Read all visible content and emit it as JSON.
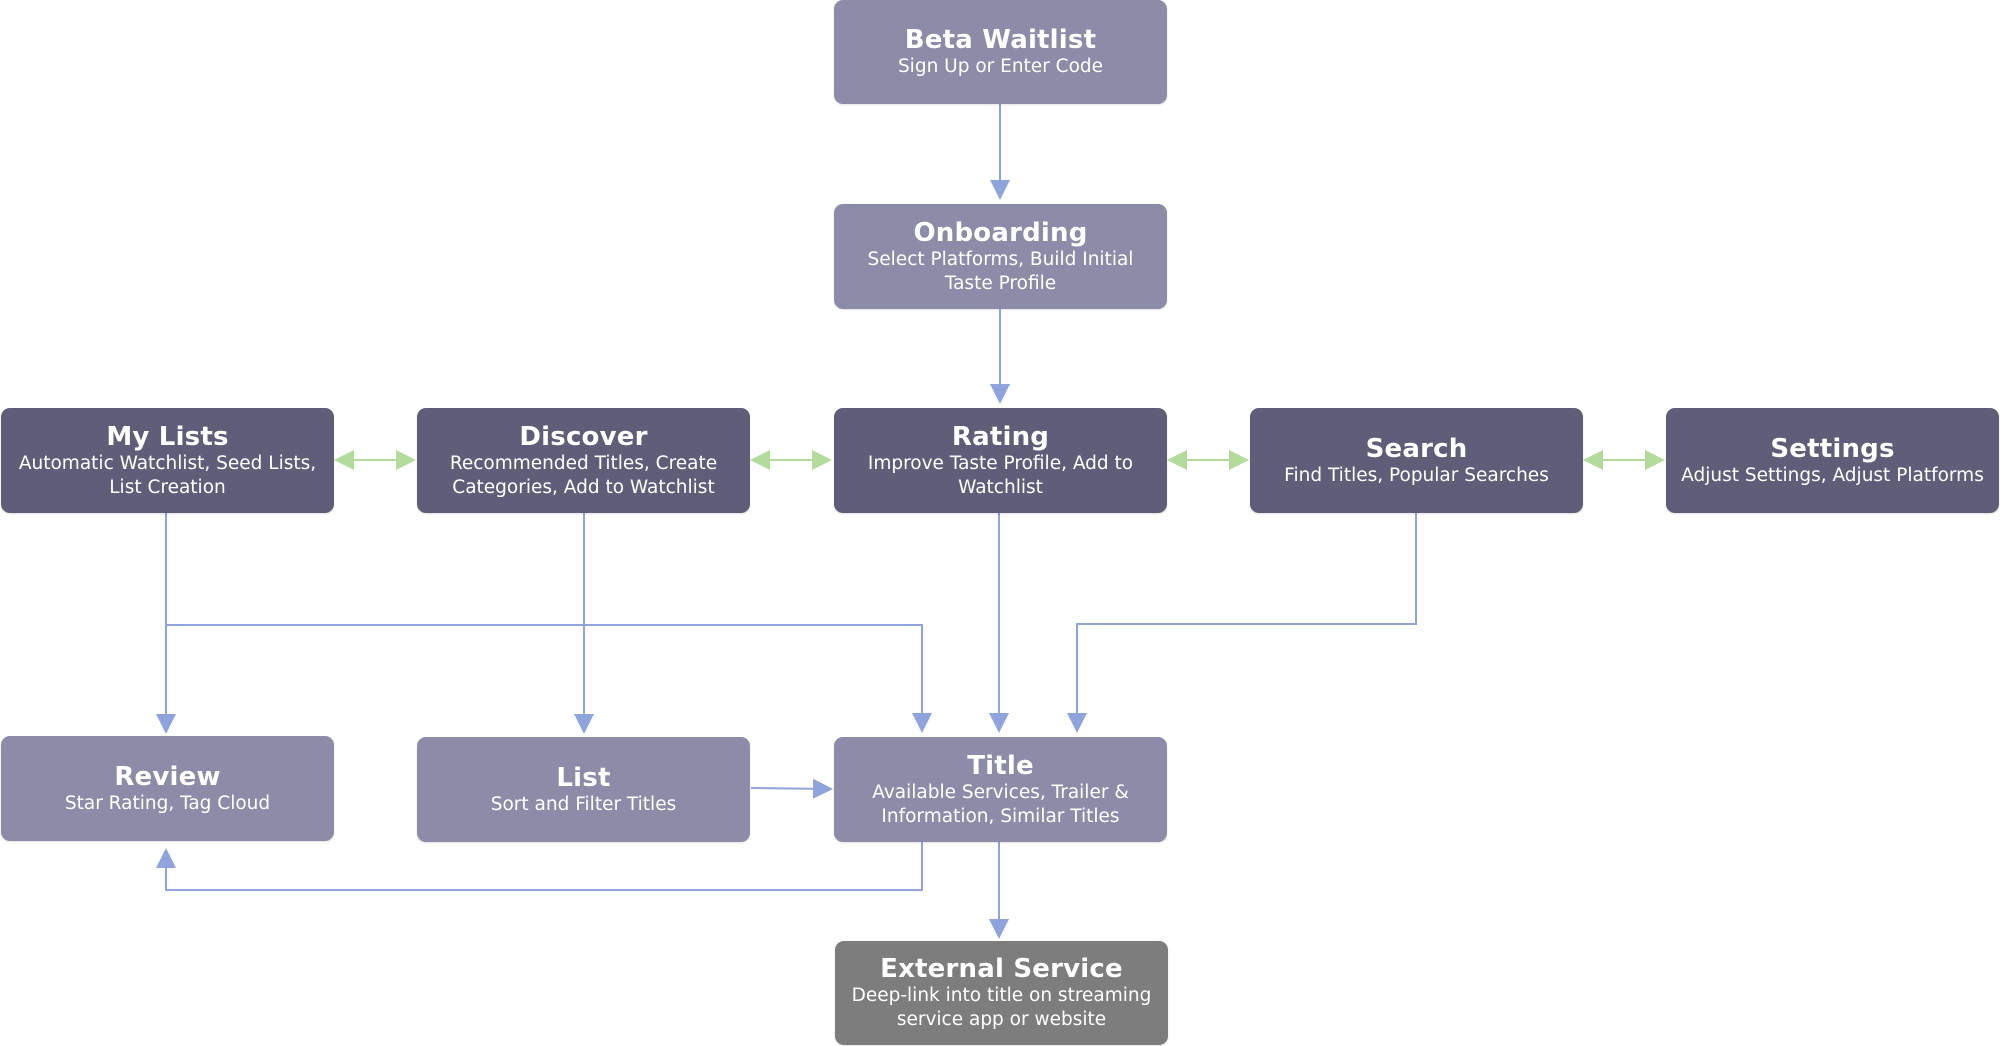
{
  "colors": {
    "light_node": "#8c8ca8",
    "dark_node": "#5f5e79",
    "external_node": "#7d7d7d",
    "flow_arrow": "#8fa3dc",
    "bidirectional_arrow": "#b3dc9a"
  },
  "nodes": {
    "beta_waitlist": {
      "title": "Beta Waitlist",
      "desc": [
        "Sign Up or Enter Code"
      ]
    },
    "onboarding": {
      "title": "Onboarding",
      "desc": [
        "Select Platforms, Build Initial",
        "Taste Profile"
      ]
    },
    "my_lists": {
      "title": "My Lists",
      "desc": [
        "Automatic Watchlist, Seed Lists,",
        "List Creation"
      ]
    },
    "discover": {
      "title": "Discover",
      "desc": [
        "Recommended Titles, Create",
        "Categories, Add to Watchlist"
      ]
    },
    "rating": {
      "title": "Rating",
      "desc": [
        "Improve Taste Profile, Add to",
        "Watchlist"
      ]
    },
    "search": {
      "title": "Search",
      "desc": [
        "Find Titles, Popular Searches"
      ]
    },
    "settings": {
      "title": "Settings",
      "desc": [
        "Adjust Settings, Adjust Platforms"
      ]
    },
    "review": {
      "title": "Review",
      "desc": [
        "Star Rating, Tag Cloud"
      ]
    },
    "list": {
      "title": "List",
      "desc": [
        "Sort and Filter Titles"
      ]
    },
    "title": {
      "title": "Title",
      "desc": [
        "Available Services, Trailer &",
        "Information, Similar Titles"
      ]
    },
    "external_service": {
      "title": "External Service",
      "desc": [
        "Deep-link into title on streaming",
        "service app or website"
      ]
    }
  }
}
